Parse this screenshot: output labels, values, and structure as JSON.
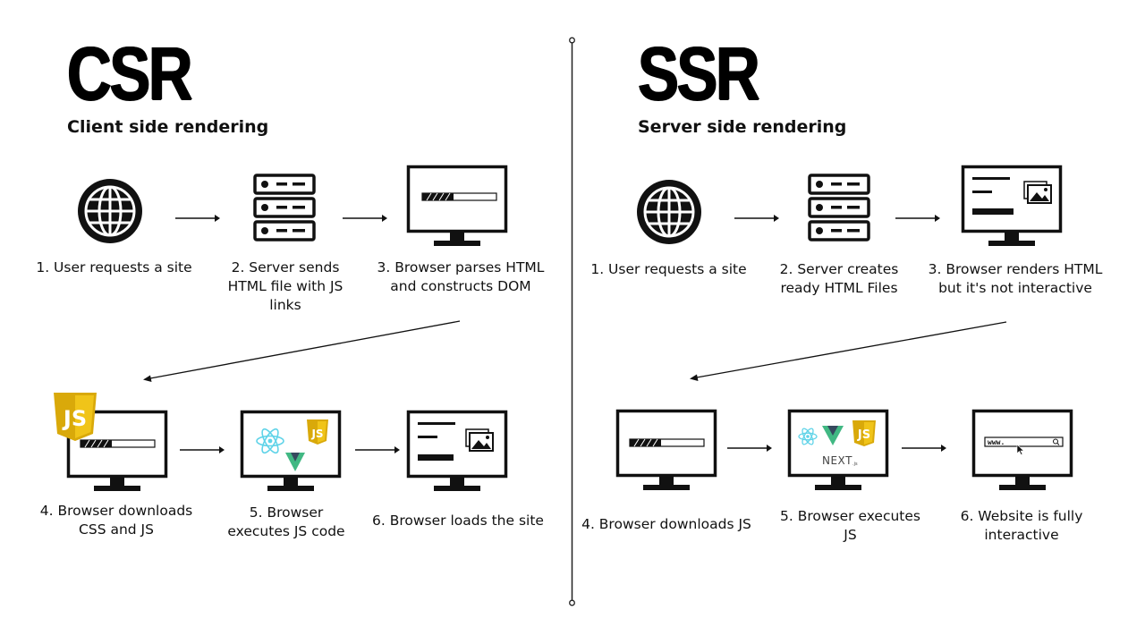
{
  "csr": {
    "title": "CSR",
    "subtitle": "Client side rendering",
    "steps": [
      "1. User requests a site",
      "2.  Server sends HTML file with JS links",
      "3. Browser parses HTML and constructs DOM",
      "4. Browser downloads CSS and JS",
      "5.  Browser executes JS code",
      "6. Browser loads the site"
    ]
  },
  "ssr": {
    "title": "SSR",
    "subtitle": "Server side rendering",
    "steps": [
      "1. User requests a site",
      "2.  Server creates ready HTML Files",
      "3. Browser renders HTML but it's not interactive",
      "4. Browser downloads JS",
      "5. Browser executes JS",
      "6. Website is fully interactive"
    ]
  },
  "badges": {
    "js": "JS",
    "next": "NEXT",
    "next_suffix": ".js",
    "url": "www."
  },
  "colors": {
    "js_yellow": "#f0c419",
    "react_teal": "#5fd3e8",
    "vue_green": "#41b883",
    "vue_dark": "#35495e"
  }
}
